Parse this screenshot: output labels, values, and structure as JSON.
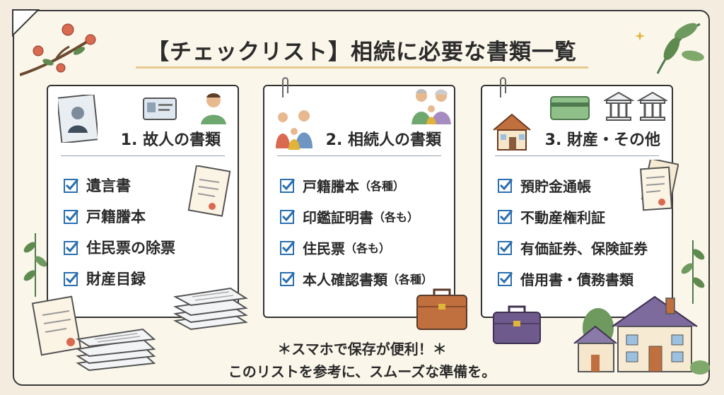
{
  "title": "【チェックリスト】相続に必要な書類一覧",
  "sections": [
    {
      "heading": "1. 故人の書類",
      "items": [
        {
          "label": "遺言書",
          "note": ""
        },
        {
          "label": "戸籍謄本",
          "note": ""
        },
        {
          "label": "住民票の除票",
          "note": ""
        },
        {
          "label": "財産目録",
          "note": ""
        }
      ]
    },
    {
      "heading": "2. 相続人の書類",
      "items": [
        {
          "label": "戸籍謄本",
          "note": "（各種）"
        },
        {
          "label": "印鑑証明書",
          "note": "（各も）"
        },
        {
          "label": "住民票",
          "note": "（各も）"
        },
        {
          "label": "本人確認書類",
          "note": "（各種）"
        }
      ]
    },
    {
      "heading": "3. 財産・その他",
      "items": [
        {
          "label": "預貯金通帳",
          "note": ""
        },
        {
          "label": "不動産権利証",
          "note": ""
        },
        {
          "label": "有価証券、保険証券",
          "note": ""
        },
        {
          "label": "借用書・債務書類",
          "note": ""
        }
      ]
    }
  ],
  "footer": {
    "line1": "＊スマホで保存が便利！＊",
    "line2": "このリストを参考に、スムーズな準備を。"
  },
  "colors": {
    "check": "#2a6fb0",
    "accent_line": "#e7c992",
    "paper": "#fbf6ea",
    "leaf": "#4f7a4f",
    "blossom": "#d9694f",
    "bag_brown": "#c0703f",
    "bag_purple": "#6e5a8c"
  },
  "icons": [
    "check-icon",
    "portrait-frame-icon",
    "id-card-icon",
    "person-icon",
    "family-icon",
    "elderly-couple-icon",
    "house-icon",
    "bank-card-icon",
    "bank-building-icon",
    "document-icon",
    "paper-stack-icon",
    "briefcase-icon",
    "paperclip-icon",
    "leaf-icon",
    "blossom-icon",
    "sparkle-icon"
  ]
}
